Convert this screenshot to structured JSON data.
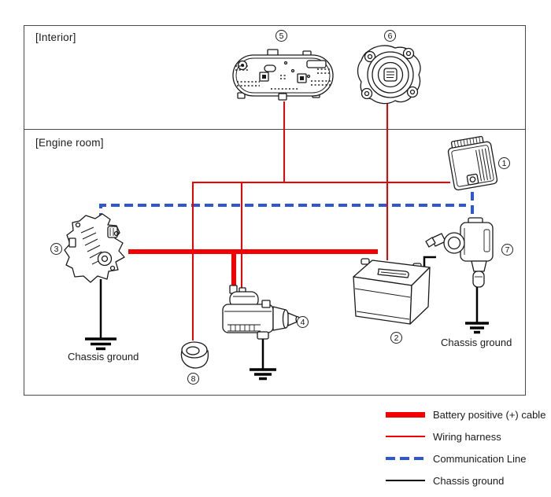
{
  "diagram": {
    "interior_label": "[Interior]",
    "engine_room_label": "[Engine room]",
    "callouts": [
      {
        "number": "1",
        "component": "ecm"
      },
      {
        "number": "2",
        "component": "battery"
      },
      {
        "number": "3",
        "component": "alternator"
      },
      {
        "number": "4",
        "component": "starter-motor"
      },
      {
        "number": "5",
        "component": "instrument-cluster"
      },
      {
        "number": "6",
        "component": "start-stop-button"
      },
      {
        "number": "7",
        "component": "ignition-coil"
      },
      {
        "number": "8",
        "component": "grommet"
      }
    ],
    "ground_labels": [
      {
        "text": "Chassis ground"
      },
      {
        "text": "Chassis ground"
      }
    ]
  },
  "legend": {
    "items": [
      {
        "label": "Battery positive (+) cable",
        "line_style": "thick-red",
        "color": "#f40000"
      },
      {
        "label": "Wiring harness",
        "line_style": "thin-red",
        "color": "#f40000"
      },
      {
        "label": "Communication Line",
        "line_style": "dashed-blue",
        "color": "#2e57d0"
      },
      {
        "label": "Chassis ground",
        "line_style": "solid-black",
        "color": "#000000"
      }
    ]
  }
}
